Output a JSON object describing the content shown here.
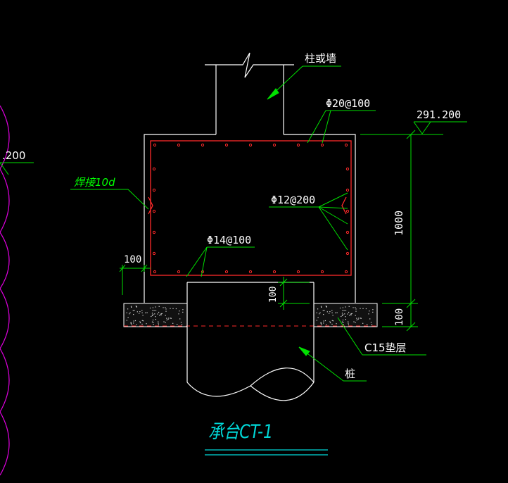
{
  "labels": {
    "column_or_wall": "柱或墙",
    "top_rebar": "Φ20@100",
    "elevation": "291.200",
    "left_elevation": ".200",
    "weld": "焊接10d",
    "side_rebar": "Φ12@200",
    "bottom_rebar": "Φ14@100",
    "cover_left": "100",
    "pile_embed": "100",
    "height_total": "1000",
    "cushion_thickness": "100",
    "cushion_layer": "C15垫层",
    "pile": "桩",
    "title": "承台CT-1"
  },
  "colors": {
    "background": "#000000",
    "outline": "#ffffff",
    "rebar": "#ff2a2a",
    "leader": "#00e000",
    "text": "#ffffff",
    "dim_text": "#ffffff",
    "note_text": "#00ff00",
    "title": "#00d8d8",
    "magenta": "#e000e0"
  }
}
